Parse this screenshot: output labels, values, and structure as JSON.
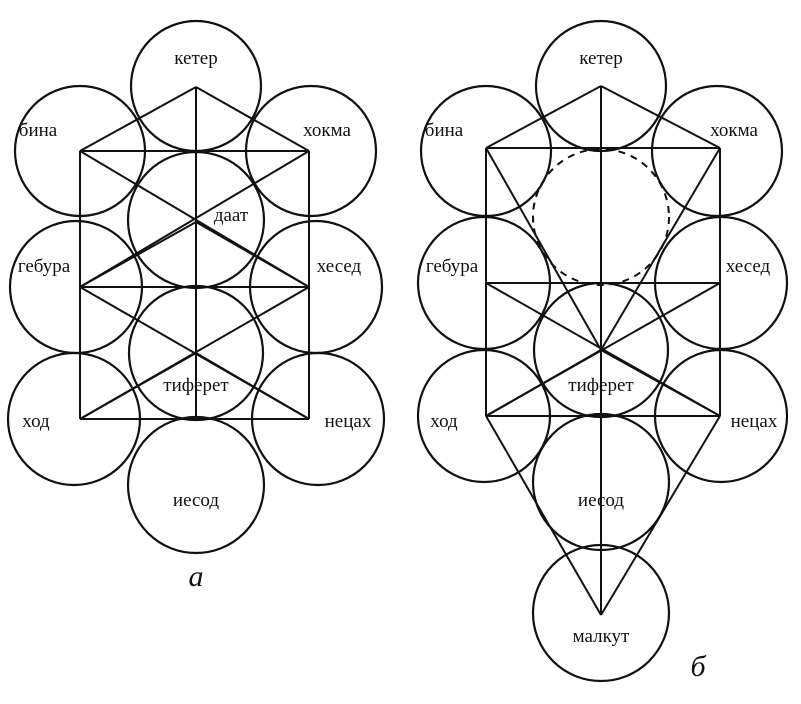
{
  "diagram_a": {
    "caption": "а",
    "labels": {
      "keter": "кетер",
      "bina": "бина",
      "hokhma": "хокма",
      "daat": "даат",
      "gebura": "гебура",
      "hesed": "хесед",
      "tiferet": "тиферет",
      "hod": "ход",
      "netsah": "нецах",
      "iesod": "иесод"
    }
  },
  "diagram_b": {
    "caption": "б",
    "labels": {
      "keter": "кетер",
      "bina": "бина",
      "hokhma": "хокма",
      "gebura": "гебура",
      "hesed": "хесед",
      "tiferet": "тиферет",
      "hod": "ход",
      "netsah": "нецах",
      "iesod": "иесод",
      "malkut": "малкут"
    }
  }
}
